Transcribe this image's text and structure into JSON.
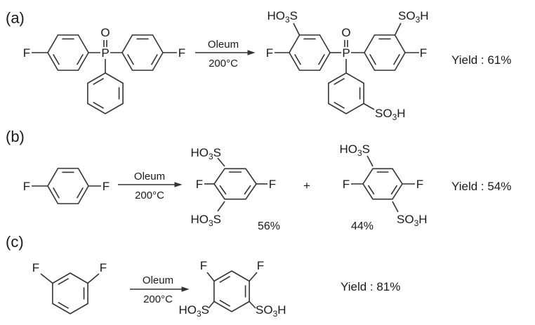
{
  "colors": {
    "ink": "#333333",
    "background": "#ffffff"
  },
  "reactions": [
    {
      "label": "(a)",
      "reagent": "Oleum",
      "temperature": "200°C",
      "reactant_atoms": {
        "f_left": "F",
        "f_right": "F",
        "p": "P",
        "o": "O"
      },
      "product_atoms": {
        "f_left": "F",
        "f_right": "F",
        "p": "P",
        "o": "O",
        "so3h_left": "HO3S",
        "so3h_right": "SO3H",
        "so3h_bottom": "SO3H"
      },
      "yield": "Yield : 61%"
    },
    {
      "label": "(b)",
      "reagent": "Oleum",
      "temperature": "200°C",
      "reactant_atoms": {
        "f_left": "F",
        "f_right": "F"
      },
      "product1_atoms": {
        "f_left": "F",
        "f_right": "F",
        "so3h_top": "HO3S",
        "so3h_bottom": "HO3S"
      },
      "product1_ratio": "56%",
      "plus": "+",
      "product2_atoms": {
        "f_left": "F",
        "f_right": "F",
        "so3h_top": "HO3S",
        "so3h_bottom": "SO3H"
      },
      "product2_ratio": "44%",
      "yield": "Yield : 54%"
    },
    {
      "label": "(c)",
      "reagent": "Oleum",
      "temperature": "200°C",
      "reactant_atoms": {
        "f_left": "F",
        "f_right": "F"
      },
      "product_atoms": {
        "f_left": "F",
        "f_right": "F",
        "so3h_left": "HO3S",
        "so3h_right": "SO3H"
      },
      "yield": "Yield : 81%"
    }
  ]
}
